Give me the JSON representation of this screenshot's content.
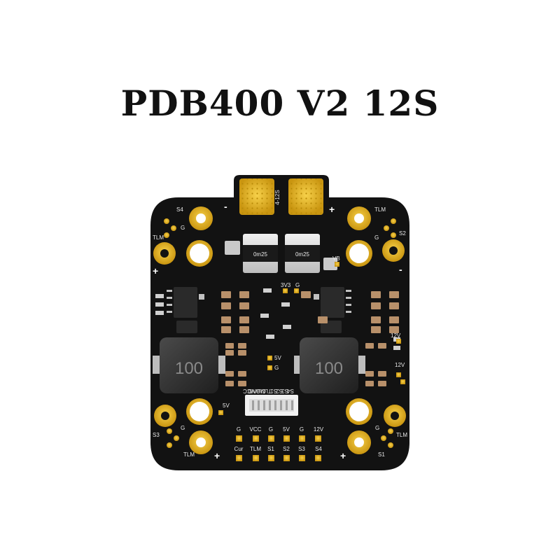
{
  "title": "PDB400 V2 12S",
  "board": {
    "input_label": "4-12S",
    "resistor_labels": [
      "0m25",
      "0m25"
    ],
    "inductor_labels": [
      "100",
      "100"
    ],
    "corner_labels": {
      "top_left": [
        "S4",
        "G",
        "TLM",
        "+",
        "-"
      ],
      "top_right": [
        "TLM",
        "S2",
        "G",
        "+",
        "-"
      ],
      "bottom_left": [
        "S3",
        "G",
        "TLM",
        "+"
      ],
      "bottom_right": [
        "TLM",
        "S1",
        "G",
        "+"
      ]
    },
    "center_labels": [
      "3V3",
      "G",
      "VB",
      "12V",
      "12V",
      "5V",
      "G",
      "5V"
    ],
    "connector_labels": [
      "VCC",
      "GND",
      "Curr",
      "TLM",
      "S1",
      "S2",
      "S3",
      "S4"
    ],
    "pad_row_top": [
      "G",
      "VCC",
      "G",
      "5V",
      "G",
      "12V"
    ],
    "pad_row_bottom": [
      "Cur",
      "TLM",
      "S1",
      "S2",
      "S3",
      "S4"
    ],
    "colors": {
      "pcb": "#111111",
      "gold": "#e8b80f",
      "silkscreen": "#e8e8e8"
    }
  }
}
